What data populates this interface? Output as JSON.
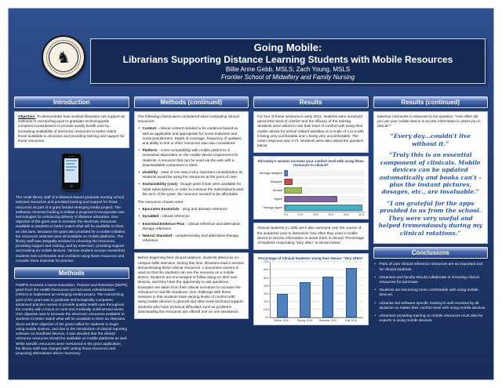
{
  "poster": {
    "title_line1": "Going Mobile:",
    "title_line2": "Librarians Supporting Distance Learning Students with Mobile Resources",
    "authors": "Billie Anne Gebb, MSLS; Zach Young, MSLS",
    "affiliation": "Frontier School of Midwifery and Family Nursing",
    "background_color": "#203a6e",
    "header_bar_color": "#24417e",
    "quote_color": "#2457a6"
  },
  "introduction": {
    "heading": "Introduction",
    "objective_label": "Objective:",
    "objective_text": "To demonstrate how medical librarians can support an institution's overarching goal to graduate technologically competent practitioners to provide quality health care by increasing availability of electronic resources to better match those available to clinicians and providing training and support for those resources.",
    "body": "The small library staff of a distance-based graduate nursing school selected resources and provided training and support for those resources as part of a grant funded emerging media project. The institution received funding to initiate a proposal to incorporate new technologies for enhancing delivery of distance education. One objective of the grant was to increase the electronic resources available to students to better match what will be available to them as clinicians. Because the grant also provided for a mobile initiative, the resources selected were all available on mobile platforms. The library staff was integrally involved in choosing the resources, providing support and training, and by extension, providing support and training on mobile devices. Various student surveys reveal that students feel comfortable and confident using these resources and consider them essential for practice."
  },
  "methods": {
    "heading": "Methods",
    "body": "FSMFN received a Nurse Education, Practice and Retention (NEPR) grant from the Health Resources and Services Administration (HRSA) to implement an emerging media project. The overarching goal of the grant was to graduate technologically competent advanced practice nurses to provide quality health care throughout the country with a focus on rural and medically underserved areas. One objective was to increase the electronic resources available to students to better match what will be available to them as clinicians. Since another objective of the grant called for students to begin using mobile devices, and due to the introduction of clinical reporting software on handheld devices, it was decided that the clinical reference resources should be available on mobile platforms as well. While specific resources were mentioned in the grant application, the library staff was charged with vetting those resources and proposing alternatives where necessary."
  },
  "methods_continued": {
    "heading": "Methods (continued)",
    "criteria_intro": "The following criteria were considered when evaluating clinical resources:",
    "criteria": [
      {
        "term": "Content",
        "text": "clinical content needed to be evidence-based as well as applicable and appropriate for nurse-midwives and nurse practitioners. Depth of coverage, frequency of updates, and ability to link to other resources was also considered."
      },
      {
        "term": "Platform",
        "text": "cross-compatibility with mobile platforms is somewhat dependent on the mobile device requirement for students. A resource that can be used via the web with a downloadable component is ideal."
      },
      {
        "term": "Usability",
        "text": "ease of use was a very important consideration as students would be using the resources at the point of care."
      },
      {
        "term": "Sustainability (cost)",
        "text": "though grant funds were available for initial subscriptions, in order to continue the subscriptions past the term of the grant, the resource needed to be affordable."
      }
    ],
    "resources_intro": "The resources chosen were:",
    "resources": [
      {
        "term": "Epocrates Essentials",
        "text": "drug and disease reference"
      },
      {
        "term": "DynaMed",
        "text": "clinical reference"
      },
      {
        "term": "Essential Evidence Plus",
        "text": "clinical reference and alternative therapy reference"
      },
      {
        "term": "Natural Standard",
        "text": "complementary and alternative therapy reference"
      }
    ],
    "training_note": "Before beginning their clinical rotations, students attend an on-campus skills intensive. During this time, librarians lead a session demonstrating these clinical resources. A document camera is used so that the students can see the resource on a mobile device. Students are encouraged to follow along on their own devices, and they have the opportunity to ask questions. Examples are taken from their clinical scenarios to increase the relevance to real-life situations. One challenge with these sessions is that students have varying levels of comfort with using mobile devices in general and often seek technical support. Students who have technical difficulties such as problems downloading the resources are offered one on one assistance."
  },
  "results": {
    "heading": "Results",
    "para1": "For four of these sessions in early 2011, students were surveyed about their level of comfort and the efficacy of the training. Students were asked to rate their level of comfort with using their mobile device for school related activities on a scale of 1 to 5 with 5 being very comfortable and 1 being very uncomfortable. The mean response was 3.73. Students were also asked the question below:",
    "para2": "Clinical students (n=228) were also surveyed over the course of the academic year to determine how often they used a mobile device to access information to assist them in clinical. Percentage of students responding “very often” is shown below:"
  },
  "results_continued": {
    "heading": "Results (continued)",
    "intro": "Selected comments in response to the question, “How often did you use your mobile device to access information to assist you in clinical?”",
    "quotes": [
      "“Every day…couldn't live without it.”",
      "“Truly this is an essential component of clinicals. Mobile devices can be updated automatically and books can't – plus the instant pictures, dosages, etc., are invaluable.”",
      "“I am grateful for the apps provided to us from the school. They were very useful and helped tremendously during my clinical rotations.”"
    ]
  },
  "conclusions": {
    "heading": "Conclusions",
    "bullets": [
      "Point of care clinical reference resources are an important tool for clinical students.",
      "Librarians and faculty should collaborate in choosing clinical resources for purchase.",
      "Students are becoming more comfortable with using mobile devices.",
      "Librarian led software specific training is well received by all students no matter their comfort level with using mobile devices.",
      "Librarians providing training on mobile resources must also be experts in using mobile devices."
    ]
  },
  "chart_data": [
    {
      "type": "bar",
      "orientation": "horizontal",
      "title": "Did today's session increase your comfort level with using these resources in clinical?",
      "categories": [
        "Strongly disagree",
        "Disagree",
        "Neutral",
        "Agree",
        "Strongly agree"
      ],
      "values": [
        2,
        5,
        11,
        33,
        49
      ],
      "colors": [
        "#4f81bd",
        "#c0504d",
        "#9bbb59",
        "#8064a2",
        "#4bacc6"
      ],
      "xlabel": "Percentage of respondents",
      "xlim": [
        0,
        50
      ],
      "xticks": [
        "0%",
        "10%",
        "20%",
        "30%",
        "40%",
        "50%"
      ],
      "legend": "none",
      "grid": false
    },
    {
      "type": "bar",
      "orientation": "vertical",
      "title": "Percentage of Clinical Students' Using their Device “Very Often”",
      "categories": [
        "Winter 2010",
        "Spring 2010",
        "Summer 2010",
        "Fall 2010"
      ],
      "values": [
        30,
        45,
        52,
        62
      ],
      "bar_color": "#4f81bd",
      "ylim": [
        0,
        70
      ],
      "yticks": [
        "0%",
        "10%",
        "20%",
        "30%",
        "40%",
        "50%",
        "60%",
        "70%"
      ],
      "legend": "none",
      "grid": true
    }
  ]
}
